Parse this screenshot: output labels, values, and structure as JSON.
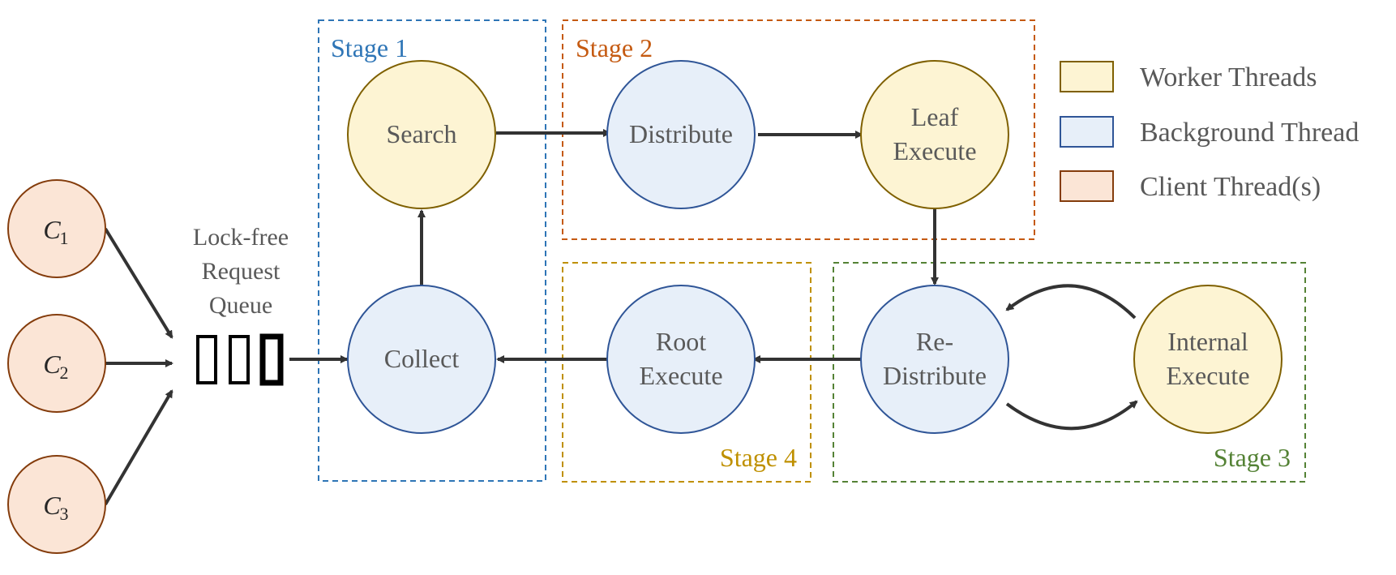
{
  "colors": {
    "worker_fill": "#fdf4d3",
    "worker_stroke": "#7f6000",
    "background_fill": "#e7eff9",
    "background_stroke": "#2f5597",
    "client_fill": "#fbe5d6",
    "client_stroke": "#843c0c",
    "stage1": "#2e75b6",
    "stage2": "#c55a11",
    "stage3": "#548235",
    "stage4": "#bf9000",
    "arrow": "#333333",
    "node_text": "#595959"
  },
  "stages": {
    "stage1": "Stage 1",
    "stage2": "Stage 2",
    "stage3": "Stage 3",
    "stage4": "Stage 4"
  },
  "nodes": {
    "search": "Search",
    "distribute": "Distribute",
    "leaf_execute": [
      "Leaf",
      "Execute"
    ],
    "collect": "Collect",
    "root_execute": [
      "Root",
      "Execute"
    ],
    "redistribute": [
      "Re-",
      "Distribute"
    ],
    "internal_execute": [
      "Internal",
      "Execute"
    ]
  },
  "clients": [
    {
      "letter": "C",
      "sub": "1"
    },
    {
      "letter": "C",
      "sub": "2"
    },
    {
      "letter": "C",
      "sub": "3"
    }
  ],
  "queue": {
    "label": [
      "Lock-free",
      "Request",
      "Queue"
    ]
  },
  "legend": {
    "worker": "Worker Threads",
    "background": "Background Thread",
    "client": "Client Thread(s)"
  }
}
